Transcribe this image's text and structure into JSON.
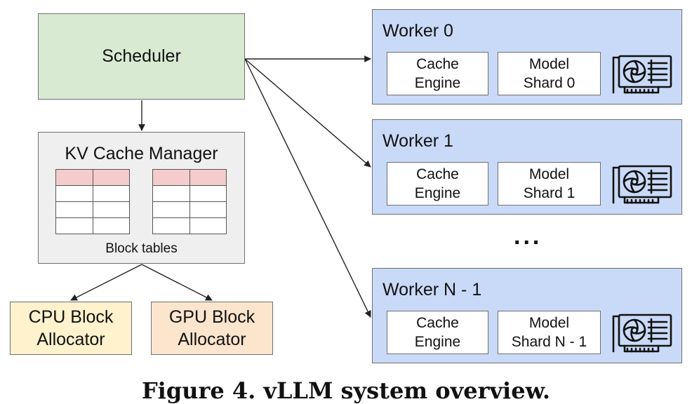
{
  "scheduler": {
    "label": "Scheduler"
  },
  "kv_cache_manager": {
    "title": "KV Cache Manager",
    "subtitle": "Block tables"
  },
  "allocators": {
    "cpu": {
      "line1": "CPU Block",
      "line2": "Allocator"
    },
    "gpu": {
      "line1": "GPU Block",
      "line2": "Allocator"
    }
  },
  "workers": [
    {
      "title": "Worker 0",
      "cache_line1": "Cache",
      "cache_line2": "Engine",
      "model_line1": "Model",
      "model_line2": "Shard 0",
      "icon": "gpu-card-icon"
    },
    {
      "title": "Worker 1",
      "cache_line1": "Cache",
      "cache_line2": "Engine",
      "model_line1": "Model",
      "model_line2": "Shard 1",
      "icon": "gpu-card-icon"
    },
    {
      "title": "Worker N - 1",
      "cache_line1": "Cache",
      "cache_line2": "Engine",
      "model_line1": "Model",
      "model_line2": "Shard N - 1",
      "icon": "gpu-card-icon"
    }
  ],
  "ellipsis": "...",
  "caption": "Figure 4. vLLM system overview.",
  "colors": {
    "scheduler": "#d9ead3",
    "kv_manager": "#efefef",
    "table_header": "#f4cccc",
    "cpu_allocator": "#fff2cc",
    "gpu_allocator": "#fce5cd",
    "worker": "#c9daf8"
  }
}
